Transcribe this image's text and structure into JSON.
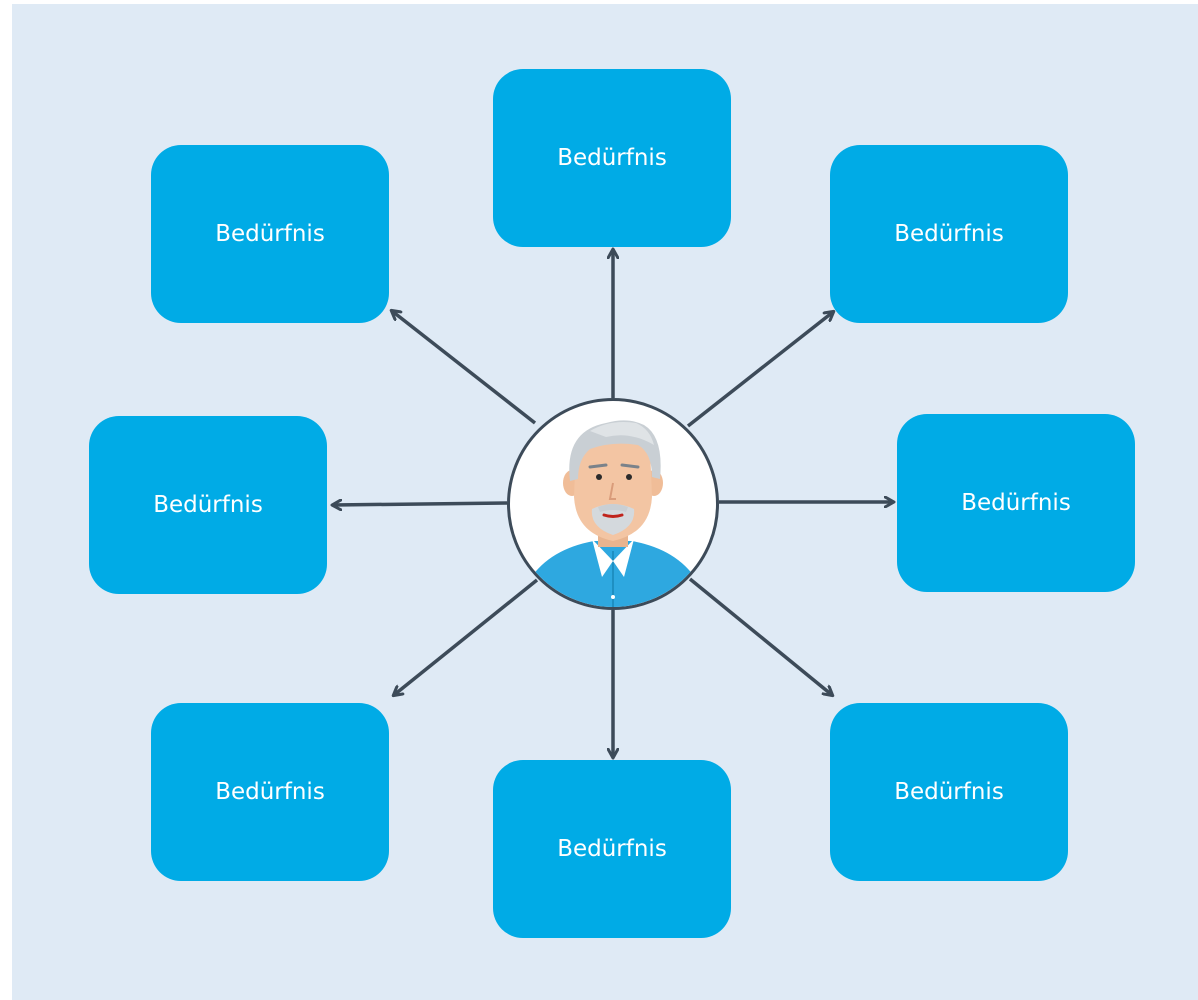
{
  "diagram": {
    "center": {
      "avatar_icon": "elderly-man-avatar-icon",
      "colors": {
        "border": "#3d4b59",
        "shirt": "#2ea8e0",
        "hair": "#c9cfd4",
        "skin": "#f3c5a3"
      }
    },
    "needs": [
      {
        "id": "top",
        "label": "Bedürfnis"
      },
      {
        "id": "top-left",
        "label": "Bedürfnis"
      },
      {
        "id": "top-right",
        "label": "Bedürfnis"
      },
      {
        "id": "left",
        "label": "Bedürfnis"
      },
      {
        "id": "right",
        "label": "Bedürfnis"
      },
      {
        "id": "bottom-left",
        "label": "Bedürfnis"
      },
      {
        "id": "bottom",
        "label": "Bedürfnis"
      },
      {
        "id": "bottom-right",
        "label": "Bedürfnis"
      }
    ],
    "colors": {
      "background": "#dfeaf5",
      "box": "#00abe6",
      "box_text": "#ffffff",
      "arrow": "#3d4b59"
    }
  }
}
